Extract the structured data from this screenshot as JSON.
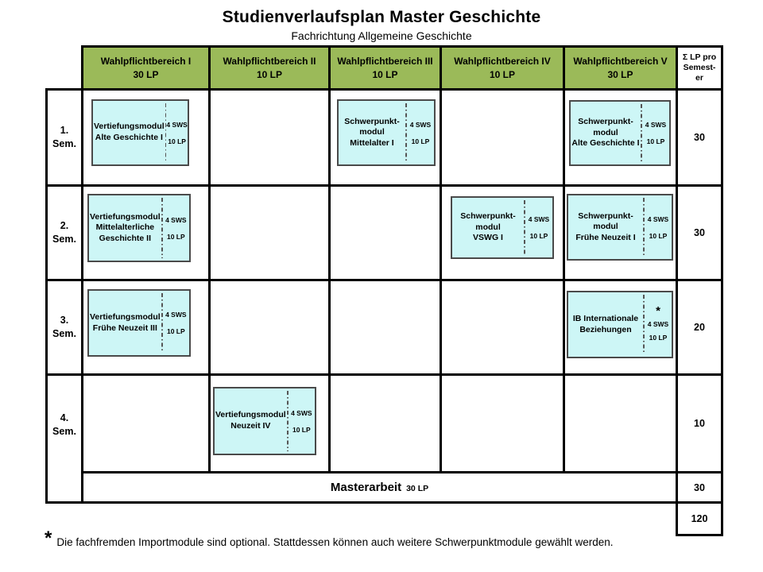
{
  "title": "Studienverlaufsplan Master Geschichte",
  "subtitle": "Fachrichtung Allgemeine Geschichte",
  "colors": {
    "header_green": "#9BBA59",
    "module_fill": "#CDF6F6",
    "module_border": "#4A4A4A",
    "table_border": "#000000"
  },
  "header": {
    "columns": [
      {
        "label": "Wahlpflichtbereich I",
        "lp": "30 LP"
      },
      {
        "label": "Wahlpflichtbereich II",
        "lp": "10 LP"
      },
      {
        "label": "Wahlpflichtbereich III",
        "lp": "10 LP"
      },
      {
        "label": "Wahlpflichtbereich IV",
        "lp": "10 LP"
      },
      {
        "label": "Wahlpflichtbereich V",
        "lp": "30 LP"
      }
    ],
    "sum_column": "Σ LP pro\nSemest-\ner"
  },
  "semesters": [
    {
      "label": "1.\nSem.",
      "sum": "30"
    },
    {
      "label": "2.\nSem.",
      "sum": "30"
    },
    {
      "label": "3.\nSem.",
      "sum": "20"
    },
    {
      "label": "4.\nSem.",
      "sum": "10"
    }
  ],
  "modules": [
    {
      "title": "Vertiefungsmodul\nAlte Geschichte I",
      "sws": "4 SWS",
      "lp": "10 LP"
    },
    {
      "title": "Schwerpunkt-\nmodul\nMittelalter I",
      "sws": "4 SWS",
      "lp": "10 LP"
    },
    {
      "title": "Schwerpunkt-\nmodul\nAlte Geschichte I",
      "sws": "4 SWS",
      "lp": "10 LP"
    },
    {
      "title": "Vertiefungsmodul\nMittelalterliche\nGeschichte II",
      "sws": "4 SWS",
      "lp": "10 LP"
    },
    {
      "title": "Schwerpunkt-\nmodul\nVSWG I",
      "sws": "4 SWS",
      "lp": "10 LP"
    },
    {
      "title": "Schwerpunkt-\nmodul\nFrühe Neuzeit I",
      "sws": "4 SWS",
      "lp": "10 LP"
    },
    {
      "title": "Vertiefungsmodul\nFrühe Neuzeit III",
      "sws": "4 SWS",
      "lp": "10 LP"
    },
    {
      "title": "IB Internationale\nBeziehungen",
      "sws": "4 SWS",
      "lp": "10 LP",
      "asterisk": "*"
    },
    {
      "title": "Vertiefungsmodul\nNeuzeit IV",
      "sws": "4 SWS",
      "lp": "10 LP"
    }
  ],
  "masterarbeit": {
    "label": "Masterarbeit",
    "lp": "30 LP",
    "sum": "30"
  },
  "total_lp": "120",
  "footnote": {
    "marker": "*",
    "text": "Die fachfremden Importmodule sind optional. Stattdessen können auch weitere Schwerpunktmodule gewählt werden."
  }
}
